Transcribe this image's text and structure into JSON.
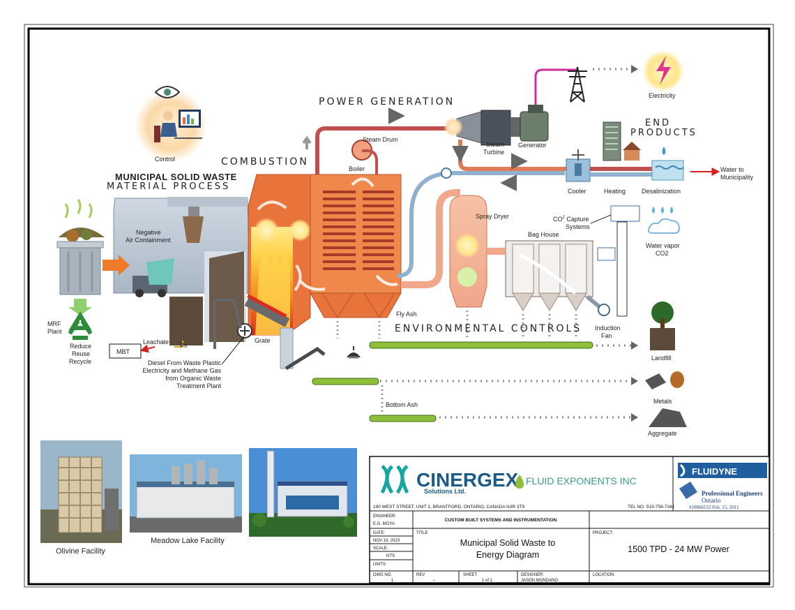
{
  "headings": {
    "msw": "MUNICIPAL SOLID WASTE",
    "material_process": "MATERIAL PROCESS",
    "combustion": "COMBUSTION",
    "power_generation": "POWER GENERATION",
    "end_products_1": "END",
    "end_products_2": "PRODUCTS",
    "environmental_controls": "ENVIRONMENTAL CONTROLS"
  },
  "labels": {
    "control": "Control",
    "negative_1": "Negative",
    "negative_2": "Air Containment",
    "steam_drum": "Steam Drum",
    "boiler": "Boiler",
    "steam_turbine_1": "Steam",
    "steam_turbine_2": "Turbine",
    "generator": "Generator",
    "electricity": "Electricity",
    "cooler": "Cooler",
    "heating": "Heating",
    "desalinization": "Desalinization",
    "water_to_1": "Water to",
    "water_to_2": "Municipality",
    "spray_dryer": "Spray Dryer",
    "co2_capture_1": "CO",
    "co2_capture_sup": "2",
    "co2_capture_2": " Capture",
    "co2_capture_3": "Systems",
    "bag_house": "Bag House",
    "water_vapor": "Water vapor",
    "co2": "CO2",
    "fly_ash": "Fly Ash",
    "induction_fan_1": "Induction",
    "induction_fan_2": "Fan",
    "landfill": "Landfill",
    "metals": "Metals",
    "aggregate": "Aggregate",
    "bottom_ash": "Bottom Ash",
    "grate": "Grate",
    "pit": "Pit",
    "leachate": "Leachate",
    "mbt": "MBT",
    "mrf_1": "MRF",
    "mrf_2": "Plant",
    "reduce": "Reduce",
    "reuse": "Reuse",
    "recycle": "Recycle",
    "diesel_1": "Diesel From Waste Plastic",
    "diesel_2": "Electricity and Methane Gas",
    "diesel_3": "from Organic Waste",
    "diesel_4": "Treatment Plant"
  },
  "photos": {
    "olivine": "Olivine Facility",
    "meadow": "Meadow Lake Facility"
  },
  "title_block": {
    "cinergex": "CINERGEX",
    "cinergex_sub": "Solutions Ltd.",
    "fluid_exponents": "FLUID EXPONENTS INC",
    "address": "190 WEST STREET, UNIT 1, BRANTFORD, ONTARIO, CANADA N3R 3T9",
    "tel": "TEL NO. 519-756-7341",
    "fluidyne": "FLUIDYNE",
    "pe_1": "Professional Engineers",
    "pe_2": "Ontario",
    "pe_3": "#10066153   Feb. 15, 2011",
    "engineer_label": "ENGINEER:",
    "engineer_value": "E.G. MOYA",
    "custom_built": "CUSTOM BUILT SYSTEMS AND INSTRUMENTATION",
    "date_label": "DATE:",
    "date_value": "NOV 19, 2023",
    "title_label": "TITLE",
    "title_1": "Municipal Solid Waste to",
    "title_2": "Energy Diagram",
    "project_label": "PROJECT:",
    "project_value": "1500 TPD - 24 MW Power",
    "scale_label": "SCALE:",
    "scale_value": "NTS",
    "units_label": "UNITS",
    "dwg_label": "DWG NO.",
    "dwg_value": "1",
    "rev_label": "REV",
    "rev_value": "–",
    "sheet_label": "SHEET",
    "sheet_value": "1 of 1",
    "designer_label": "DESIGNER:",
    "designer_value": "JASON MONDANO",
    "location_label": "LOCATION:"
  },
  "colors": {
    "furnace": "#e8743b",
    "boiler": "#d9603a",
    "steam_pipe": "#c0504d",
    "water_pipe": "#8fb1cf",
    "transmission": "#cc2f9b",
    "conveyor": "#8fbf3a",
    "cinergex_teal": "#1aa6a0",
    "red_arrow": "#d91f1f"
  }
}
